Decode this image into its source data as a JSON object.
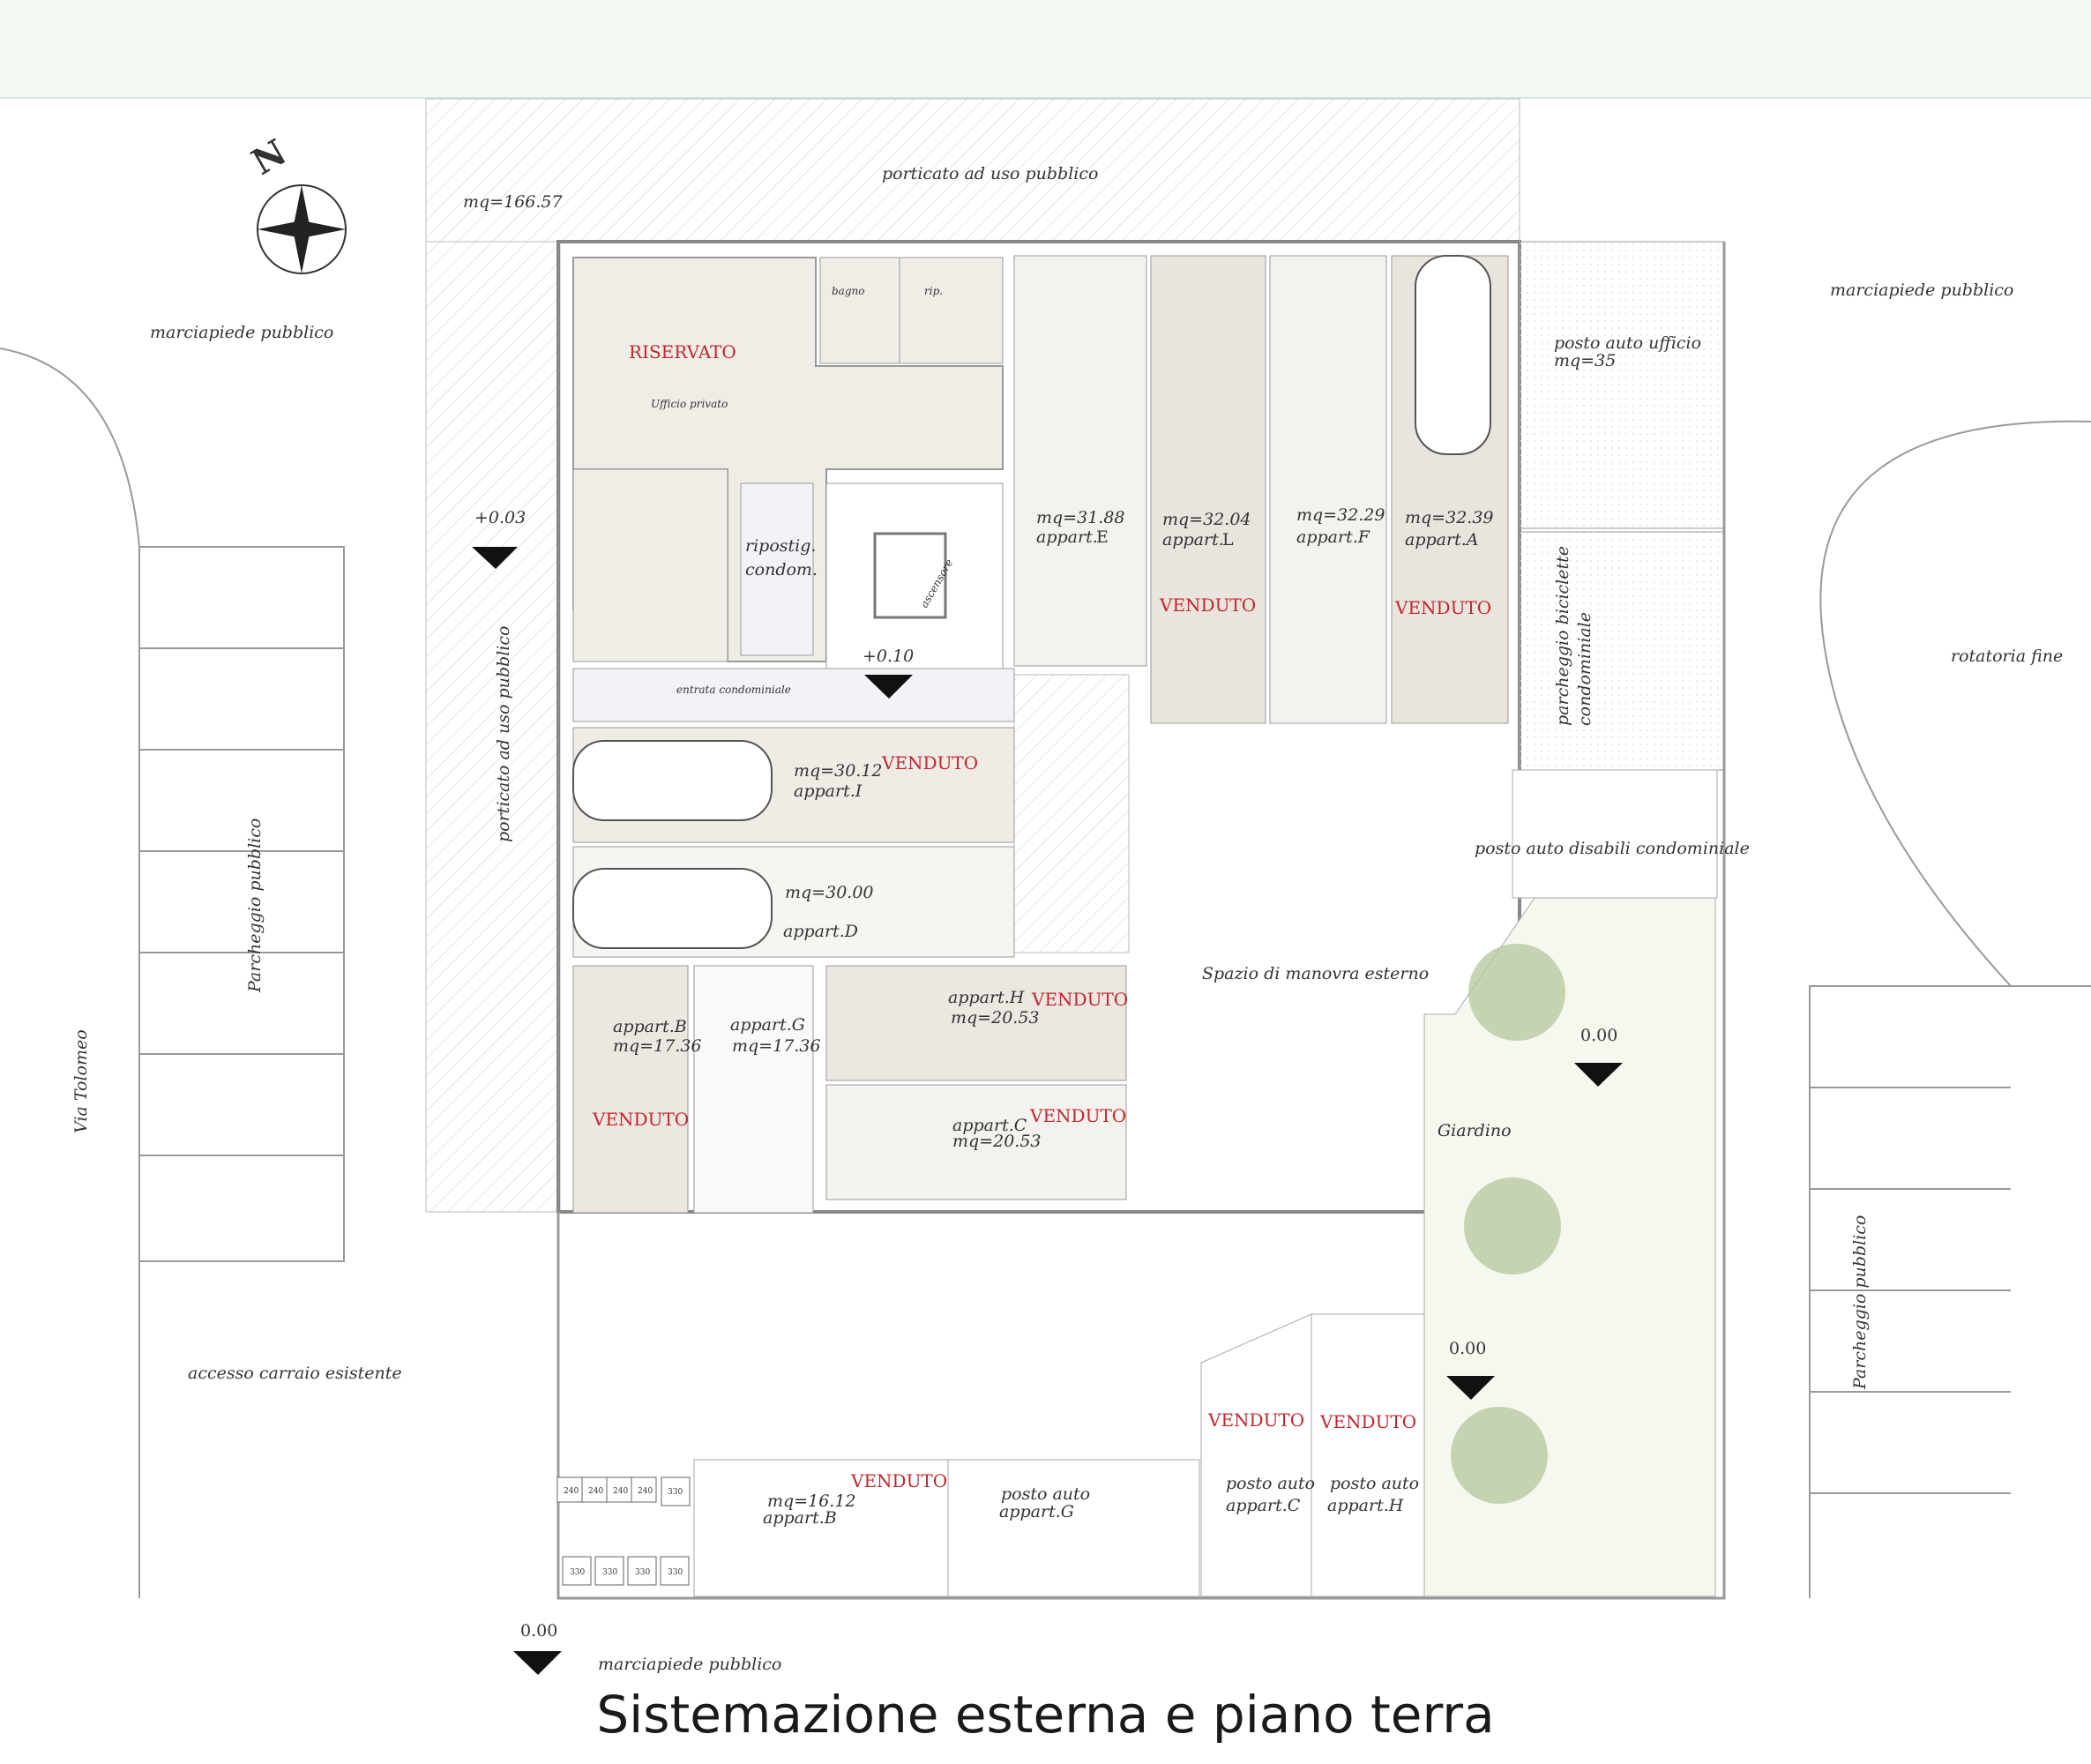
{
  "caption": "Sistemazione esterna e piano terra",
  "colors": {
    "venduto": "#c0262d",
    "room_fill": "#f0ede7",
    "room_fill_dark": "#e6e1da",
    "garden": "#f5f8ee",
    "tree": "#a9bb8a"
  },
  "north_label": "N",
  "street": {
    "name": "Via Tolomeo"
  },
  "labels": {
    "porticato_top": "porticato ad uso pubblico",
    "porticato_mq": "mq=166.57",
    "marciapiede_left": "marciapiede pubblico",
    "marciapiede_right": "marciapiede pubblico",
    "marciapiede_bottom": "marciapiede pubblico",
    "riservato": "RISERVATO",
    "ufficio": "Ufficio privato",
    "bagno": "bagno",
    "rip": "rip.",
    "ripostig_1": "ripostig.",
    "ripostig_2": "condom.",
    "ascensore": "ascensore",
    "entrata": "entrata condominiale",
    "porticato_side": "porticato ad uso pubblico",
    "parcheggio_left": "Parcheggio pubblico",
    "parcheggio_right": "Parcheggio pubblico",
    "accesso": "accesso carraio esistente",
    "posto_ufficio_1": "posto auto ufficio",
    "posto_ufficio_2": "mq=35",
    "biciclette_1": "parcheggio biciclette",
    "biciclette_2": "condominiale",
    "disabili": "posto auto disabili condominiale",
    "rotatoria": "rotatoria fine",
    "manovra": "Spazio di manovra esterno",
    "giardino": "Giardino"
  },
  "levels": [
    "+0.03",
    "+0.10",
    "0.00",
    "0.00",
    "0.00"
  ],
  "sold": "VENDUTO",
  "units": {
    "E": {
      "mq": "mq=31.88",
      "name": "appart.",
      "letter": "E"
    },
    "L": {
      "mq": "mq=32.04",
      "name": "appart.",
      "letter": "L"
    },
    "F": {
      "mq": "mq=32.29",
      "name": "appart.F"
    },
    "A": {
      "mq": "mq=32.39",
      "name": "appart.A"
    },
    "I": {
      "mq": "mq=30.12",
      "name": "appart.I"
    },
    "D": {
      "mq": "mq=30.00",
      "name": "appart.D"
    },
    "B": {
      "name": "appart.B",
      "mq": "mq=17.36"
    },
    "G": {
      "name": "appart.G",
      "mq": "mq=17.36"
    },
    "H": {
      "name": "appart.H",
      "mq": "mq=20.53"
    },
    "C": {
      "name": "appart.C",
      "mq": "mq=20.53"
    },
    "PB": {
      "mq": "mq=16.12",
      "name": "appart.B"
    },
    "PG": {
      "name_1": "posto auto",
      "name_2": "appart.G"
    },
    "PC": {
      "name_1": "posto auto",
      "name_2": "appart.C"
    },
    "PH": {
      "name_1": "posto auto",
      "name_2": "appart.H"
    }
  },
  "bins_top": [
    "240",
    "240",
    "240",
    "240",
    "330"
  ],
  "bins_bottom": [
    "330",
    "330",
    "330",
    "330"
  ]
}
